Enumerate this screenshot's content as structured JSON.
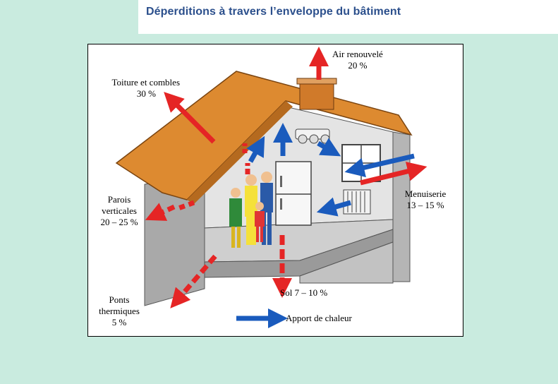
{
  "title": "Déperditions à travers l’enveloppe du bâtiment",
  "labels": {
    "air": {
      "name": "Air renouvelé",
      "value": "20 %"
    },
    "toiture": {
      "name": "Toiture et combles",
      "value": "30 %"
    },
    "menuiserie": {
      "name": "Menuiserie",
      "value": "13 – 15 %"
    },
    "parois": {
      "line1": "Parois",
      "line2": "verticales",
      "value": "20 – 25 %"
    },
    "sol": {
      "text": "Sol 7 – 10 %"
    },
    "ponts": {
      "line1": "Ponts",
      "line2": "thermiques",
      "value": "5 %"
    },
    "legend": {
      "text": "Apport de chaleur"
    }
  },
  "colors": {
    "loss_arrow": "#e52525",
    "gain_arrow": "#1a5bbd",
    "roof": "#dd8a30",
    "wall": "#a9a9a9",
    "interior": "#d3d3d3",
    "title": "#2b4f8c",
    "background": "#c9ebdf"
  }
}
